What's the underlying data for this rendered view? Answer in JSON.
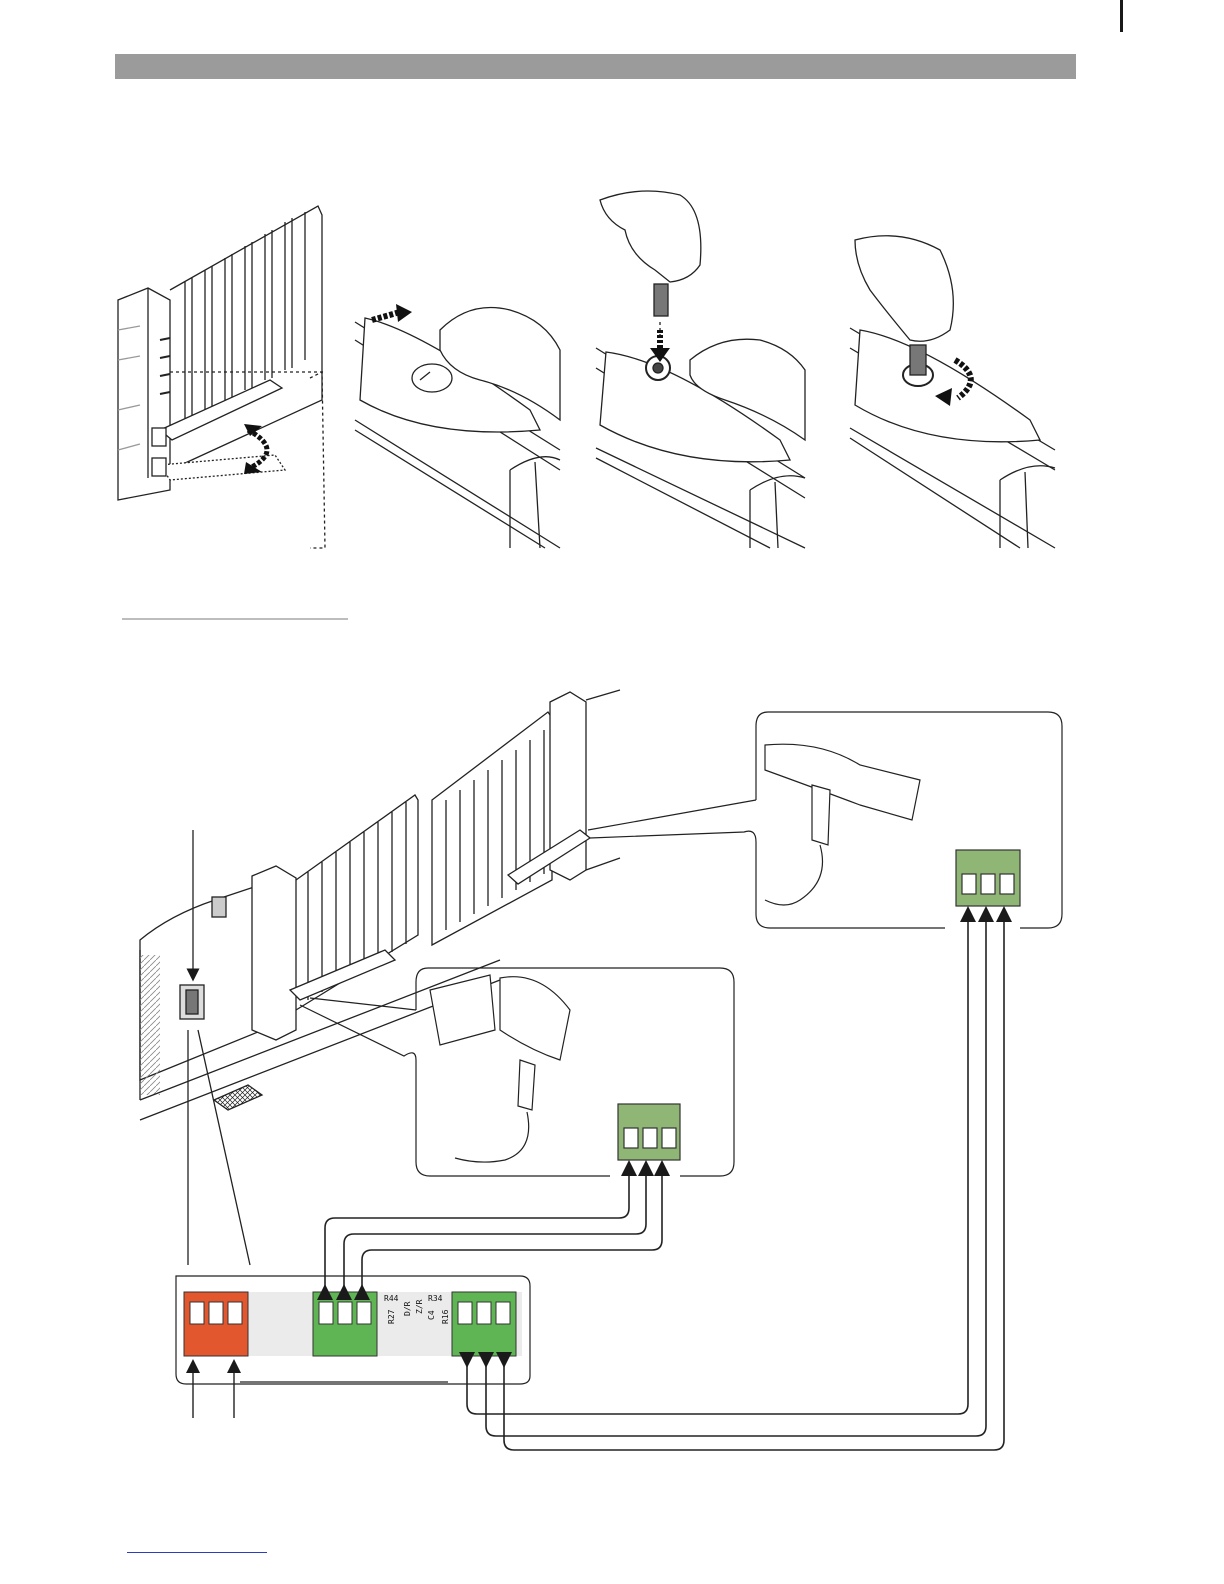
{
  "board": {
    "labels": [
      "R44",
      "R27",
      "D/R",
      "Z/R",
      "R34",
      "C4",
      "R16"
    ],
    "colors": {
      "power": "#e2572d",
      "motor": "#5fb553",
      "terminal_small": "#8fb675",
      "board_bg": "#ebebeb"
    }
  },
  "icons": {
    "gate_swing": "swing-arrow-icon",
    "release_cover": "slide-arrow-icon",
    "key_insert": "down-arrow-icon",
    "key_turn": "rotate-arrow-icon"
  }
}
